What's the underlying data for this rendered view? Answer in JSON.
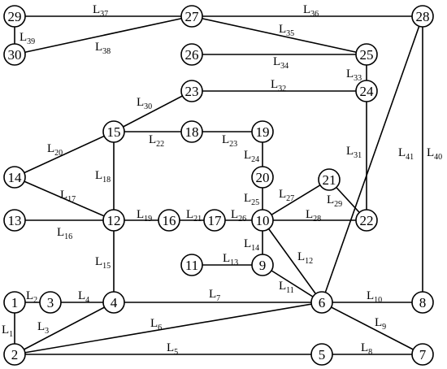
{
  "colors": {
    "stroke": "#000000",
    "background": "#ffffff"
  },
  "nodes": [
    {
      "id": "1",
      "label": "1"
    },
    {
      "id": "2",
      "label": "2"
    },
    {
      "id": "3",
      "label": "3"
    },
    {
      "id": "4",
      "label": "4"
    },
    {
      "id": "5",
      "label": "5"
    },
    {
      "id": "6",
      "label": "6"
    },
    {
      "id": "7",
      "label": "7"
    },
    {
      "id": "8",
      "label": "8"
    },
    {
      "id": "9",
      "label": "9"
    },
    {
      "id": "10",
      "label": "10"
    },
    {
      "id": "11",
      "label": "11"
    },
    {
      "id": "12",
      "label": "12"
    },
    {
      "id": "13",
      "label": "13"
    },
    {
      "id": "14",
      "label": "14"
    },
    {
      "id": "15",
      "label": "15"
    },
    {
      "id": "16",
      "label": "16"
    },
    {
      "id": "17",
      "label": "17"
    },
    {
      "id": "18",
      "label": "18"
    },
    {
      "id": "19",
      "label": "19"
    },
    {
      "id": "20",
      "label": "20"
    },
    {
      "id": "21",
      "label": "21"
    },
    {
      "id": "22",
      "label": "22"
    },
    {
      "id": "23",
      "label": "23"
    },
    {
      "id": "24",
      "label": "24"
    },
    {
      "id": "25",
      "label": "25"
    },
    {
      "id": "26",
      "label": "26"
    },
    {
      "id": "27",
      "label": "27"
    },
    {
      "id": "28",
      "label": "28"
    },
    {
      "id": "29",
      "label": "29"
    },
    {
      "id": "30",
      "label": "30"
    }
  ],
  "edges": [
    {
      "id": "L1",
      "from": "1",
      "to": "2",
      "label": "L",
      "sub": "1"
    },
    {
      "id": "L2",
      "from": "1",
      "to": "3",
      "label": "L",
      "sub": "2"
    },
    {
      "id": "L3",
      "from": "2",
      "to": "4",
      "label": "L",
      "sub": "3"
    },
    {
      "id": "L4",
      "from": "3",
      "to": "4",
      "label": "L",
      "sub": "4"
    },
    {
      "id": "L5",
      "from": "2",
      "to": "5",
      "label": "L",
      "sub": "5"
    },
    {
      "id": "L6",
      "from": "2",
      "to": "6",
      "label": "L",
      "sub": "6"
    },
    {
      "id": "L7",
      "from": "4",
      "to": "6",
      "label": "L",
      "sub": "7"
    },
    {
      "id": "L8",
      "from": "5",
      "to": "7",
      "label": "L",
      "sub": "8"
    },
    {
      "id": "L9",
      "from": "6",
      "to": "7",
      "label": "L",
      "sub": "9"
    },
    {
      "id": "L10",
      "from": "6",
      "to": "8",
      "label": "L",
      "sub": "10"
    },
    {
      "id": "L11",
      "from": "9",
      "to": "6",
      "label": "L",
      "sub": "11"
    },
    {
      "id": "L12",
      "from": "10",
      "to": "6",
      "label": "L",
      "sub": "12"
    },
    {
      "id": "L13",
      "from": "11",
      "to": "9",
      "label": "L",
      "sub": "13"
    },
    {
      "id": "L14",
      "from": "9",
      "to": "10",
      "label": "L",
      "sub": "14"
    },
    {
      "id": "L15",
      "from": "4",
      "to": "12",
      "label": "L",
      "sub": "15"
    },
    {
      "id": "L16",
      "from": "13",
      "to": "12",
      "label": "L",
      "sub": "16"
    },
    {
      "id": "L17",
      "from": "14",
      "to": "12",
      "label": "L",
      "sub": "17"
    },
    {
      "id": "L18",
      "from": "12",
      "to": "15",
      "label": "L",
      "sub": "18"
    },
    {
      "id": "L19",
      "from": "12",
      "to": "16",
      "label": "L",
      "sub": "19"
    },
    {
      "id": "L20",
      "from": "14",
      "to": "15",
      "label": "L",
      "sub": "20"
    },
    {
      "id": "L21",
      "from": "16",
      "to": "17",
      "label": "L",
      "sub": "21"
    },
    {
      "id": "L22",
      "from": "15",
      "to": "18",
      "label": "L",
      "sub": "22"
    },
    {
      "id": "L23",
      "from": "18",
      "to": "19",
      "label": "L",
      "sub": "23"
    },
    {
      "id": "L24",
      "from": "19",
      "to": "20",
      "label": "L",
      "sub": "24"
    },
    {
      "id": "L25",
      "from": "20",
      "to": "10",
      "label": "L",
      "sub": "25"
    },
    {
      "id": "L26",
      "from": "17",
      "to": "10",
      "label": "L",
      "sub": "26"
    },
    {
      "id": "L27",
      "from": "10",
      "to": "21",
      "label": "L",
      "sub": "27"
    },
    {
      "id": "L28",
      "from": "10",
      "to": "22",
      "label": "L",
      "sub": "28"
    },
    {
      "id": "L29",
      "from": "21",
      "to": "22",
      "label": "L",
      "sub": "29"
    },
    {
      "id": "L30",
      "from": "15",
      "to": "23",
      "label": "L",
      "sub": "30"
    },
    {
      "id": "L31",
      "from": "24",
      "to": "22",
      "label": "L",
      "sub": "31"
    },
    {
      "id": "L32",
      "from": "23",
      "to": "24",
      "label": "L",
      "sub": "32"
    },
    {
      "id": "L33",
      "from": "25",
      "to": "24",
      "label": "L",
      "sub": "33"
    },
    {
      "id": "L34",
      "from": "26",
      "to": "25",
      "label": "L",
      "sub": "34"
    },
    {
      "id": "L35",
      "from": "27",
      "to": "25",
      "label": "L",
      "sub": "35"
    },
    {
      "id": "L36",
      "from": "27",
      "to": "28",
      "label": "L",
      "sub": "36"
    },
    {
      "id": "L37",
      "from": "29",
      "to": "27",
      "label": "L",
      "sub": "37"
    },
    {
      "id": "L38",
      "from": "30",
      "to": "27",
      "label": "L",
      "sub": "38"
    },
    {
      "id": "L39",
      "from": "29",
      "to": "30",
      "label": "L",
      "sub": "39"
    },
    {
      "id": "L40",
      "from": "28",
      "to": "8",
      "label": "L",
      "sub": "40"
    },
    {
      "id": "L41",
      "from": "28",
      "to": "6",
      "label": "L",
      "sub": "41"
    }
  ]
}
